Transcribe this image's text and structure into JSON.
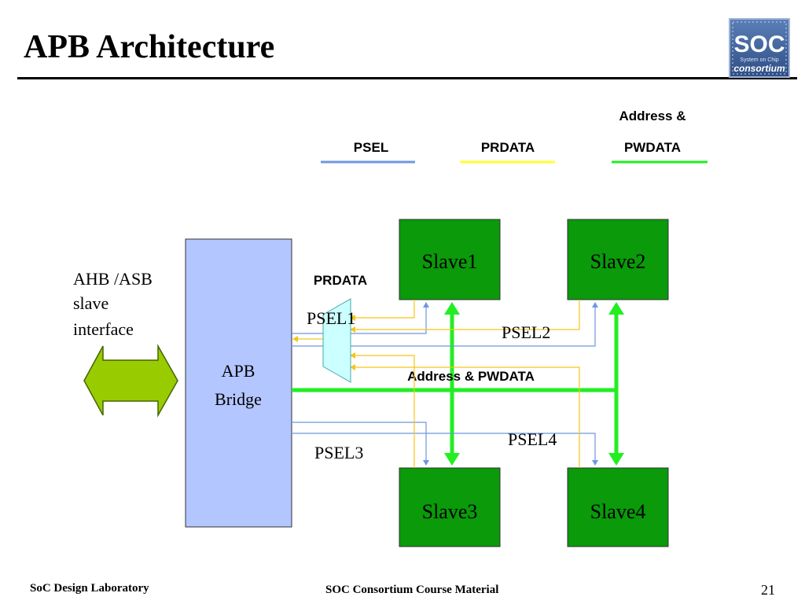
{
  "slide": {
    "title": "APB Architecture",
    "logo": {
      "main": "SOC",
      "tagline": "System on Chip",
      "sub": "consortium"
    }
  },
  "legend": {
    "psel": {
      "label": "PSEL",
      "color": "#6e97e0"
    },
    "prdata": {
      "label": "PRDATA",
      "color": "#ffff33"
    },
    "addr": {
      "label_line1": "Address &",
      "label_line2": "PWDATA",
      "color": "#22ee22"
    }
  },
  "diagram": {
    "ahb_label": [
      "AHB /ASB",
      "slave",
      "interface"
    ],
    "bridge_label": [
      "APB",
      "Bridge"
    ],
    "mux_label": "PRDATA",
    "bus_label": "Address & PWDATA",
    "slaves": [
      "Slave1",
      "Slave2",
      "Slave3",
      "Slave4"
    ],
    "psel_labels": [
      "PSEL1",
      "PSEL2",
      "PSEL3",
      "PSEL4"
    ],
    "colors": {
      "bridge": "#b3c6ff",
      "slave": "#0a9a0a",
      "arrow": "#99cc00",
      "mux": "#ccffff"
    }
  },
  "footer": {
    "left": "SoC Design Laboratory",
    "center": "SOC Consortium Course Material",
    "page": "21"
  }
}
